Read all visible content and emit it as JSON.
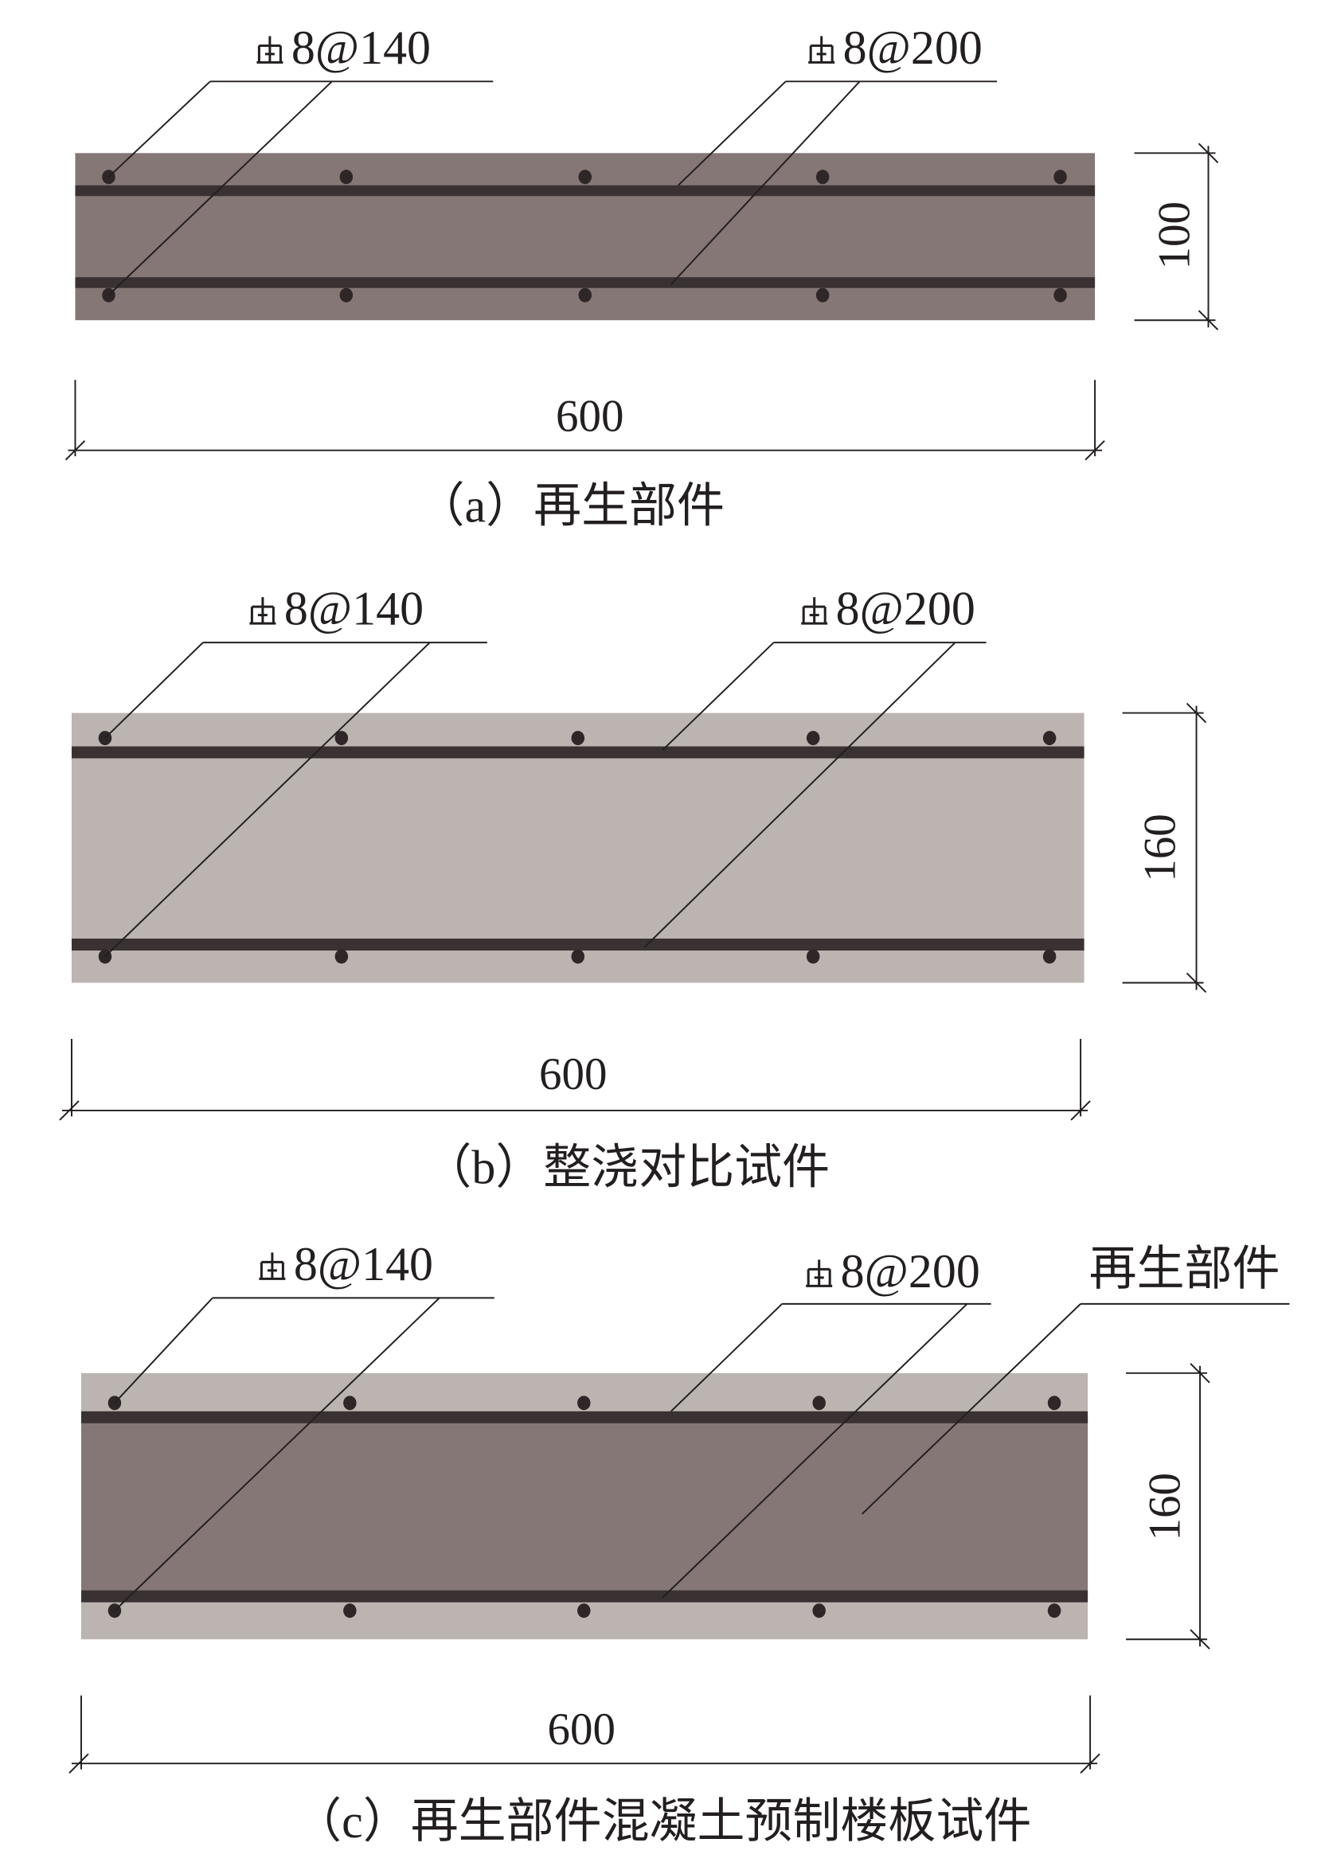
{
  "colors": {
    "recycled_concrete": "#847775",
    "cast_concrete": "#bcb4b0",
    "rebar": "#3a3132",
    "line": "#231f20"
  },
  "panels": [
    {
      "top_rebar_label": "8@140",
      "bottom_rebar_label": "8@200",
      "height_dim": "100",
      "width_dim": "600",
      "caption": "（a）再生部件",
      "rebar_symbol": "hrb400-rebar-icon"
    },
    {
      "top_rebar_label": "8@140",
      "bottom_rebar_label": "8@200",
      "height_dim": "160",
      "width_dim": "600",
      "caption": "（b）整浇对比试件",
      "rebar_symbol": "hrb400-rebar-icon"
    },
    {
      "top_rebar_label": "8@140",
      "bottom_rebar_label": "8@200",
      "height_dim": "160",
      "width_dim": "600",
      "caption": "（c）再生部件混凝土预制楼板试件",
      "component_label": "再生部件",
      "rebar_symbol": "hrb400-rebar-icon"
    }
  ]
}
